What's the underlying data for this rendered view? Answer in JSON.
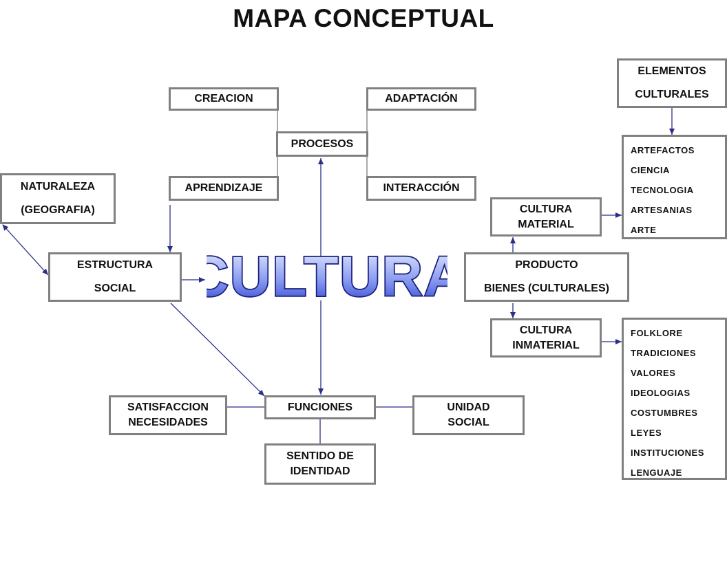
{
  "title": "MAPA CONCEPTUAL",
  "center_word": "CULTURA",
  "boxes": {
    "creacion": [
      "CREACION"
    ],
    "adaptacion": [
      "ADAPTACIÓN"
    ],
    "procesos": [
      "PROCESOS"
    ],
    "aprendizaje": [
      "APRENDIZAJE"
    ],
    "interaccion": [
      "INTERACCIÓN"
    ],
    "naturaleza": [
      "NATURALEZA",
      "(GEOGRAFIA)"
    ],
    "estructura_social": [
      "ESTRUCTURA",
      "SOCIAL"
    ],
    "elementos_culturales": [
      "ELEMENTOS",
      "CULTURALES"
    ],
    "cultura_material": [
      "CULTURA",
      "MATERIAL"
    ],
    "producto": [
      "PRODUCTO",
      "BIENES (CULTURALES)"
    ],
    "cultura_inmaterial": [
      "CULTURA",
      "INMATERIAL"
    ],
    "satisfaccion": [
      "SATISFACCION",
      "NECESIDADES"
    ],
    "funciones": [
      "FUNCIONES"
    ],
    "unidad_social": [
      "UNIDAD",
      "SOCIAL"
    ],
    "sentido_identidad": [
      "SENTIDO DE",
      "IDENTIDAD"
    ]
  },
  "lists": {
    "material_items": [
      "ARTEFACTOS",
      "CIENCIA",
      "TECNOLOGIA",
      "ARTESANIAS",
      "ARTE"
    ],
    "inmaterial_items": [
      "FOLKLORE",
      "TRADICIONES",
      "VALORES",
      "IDEOLOGIAS",
      "COSTUMBRES",
      "LEYES",
      "INSTITUCIONES",
      "LENGUAJE"
    ]
  },
  "colors": {
    "box_border": "#808080",
    "connector": "#2b2f86",
    "plain_line": "#555555",
    "culture_fill_top": "#eaf0ff",
    "culture_fill_bottom": "#2a3fd0",
    "culture_stroke": "#1a1f7a"
  }
}
